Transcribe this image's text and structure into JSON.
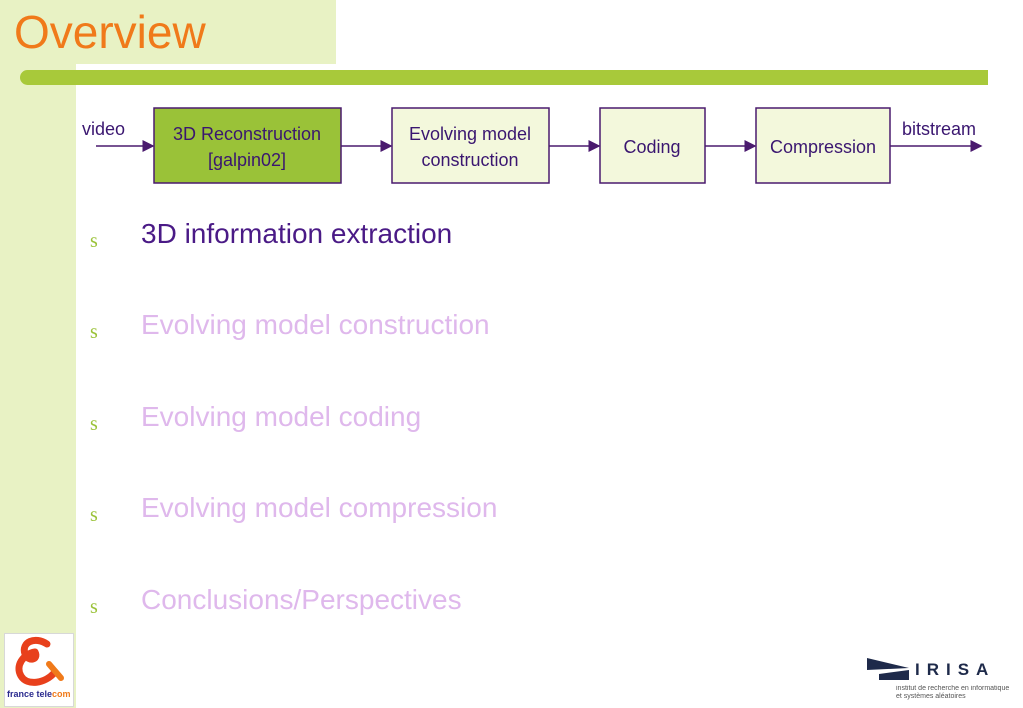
{
  "slide": {
    "title": "Overview"
  },
  "diagram": {
    "input_label": "video",
    "output_label": "bitstream",
    "boxes": [
      {
        "line1": "3D Reconstruction",
        "line2": "[galpin02]",
        "active": true
      },
      {
        "line1": "Evolving model",
        "line2": "construction",
        "active": false
      },
      {
        "line1": "Coding",
        "line2": "",
        "active": false
      },
      {
        "line1": "Compression",
        "line2": "",
        "active": false
      }
    ]
  },
  "bullets": {
    "marker": "s",
    "items": [
      {
        "text": "3D information extraction",
        "state": "active"
      },
      {
        "text": "Evolving model construction",
        "state": "inactive"
      },
      {
        "text": "Evolving model coding",
        "state": "inactive"
      },
      {
        "text": "Evolving model compression",
        "state": "inactive"
      },
      {
        "text": "Conclusions/Perspectives",
        "state": "inactive"
      }
    ]
  },
  "logos": {
    "france_telecom": {
      "part1": "france tele",
      "part2": "com"
    },
    "irisa": {
      "name": "IRISA",
      "subtitle_line1": "institut de recherche en informatique",
      "subtitle_line2": "et systèmes aléatoires"
    }
  },
  "colors": {
    "title": "#f07a1a",
    "band": "#e8f2c4",
    "rule": "#a8c93a",
    "active_box_fill": "#9ac238",
    "box_fill": "#f3f8dc",
    "box_border": "#4a1a6e",
    "active_text": "#4a1a86",
    "inactive_text": "#dfb8ec",
    "bullet_marker": "#9ac238"
  }
}
